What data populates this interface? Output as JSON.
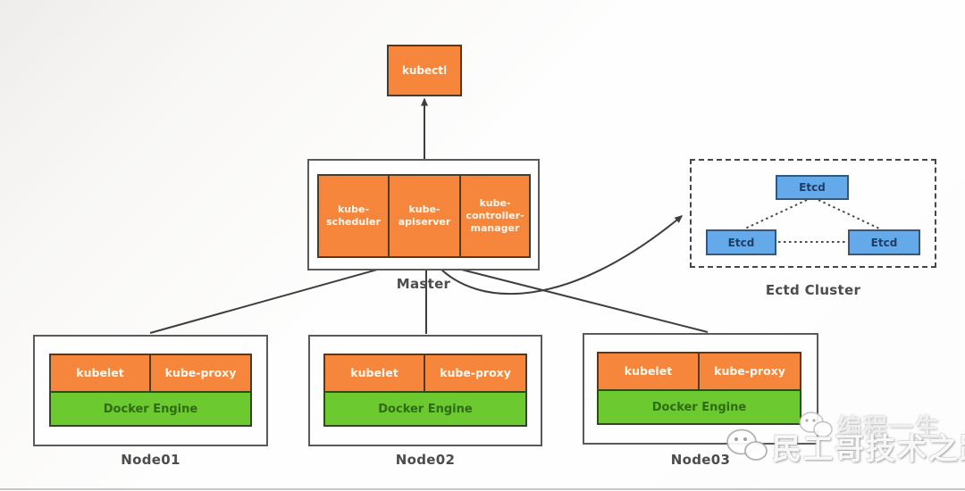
{
  "kubectl_label": "kubectl",
  "master": {
    "label": "Master",
    "scheduler": "kube-scheduler",
    "apiserver": "kube-apiserver",
    "controller": "kube-controller-manager"
  },
  "etcd_cluster": {
    "label": "Ectd Cluster",
    "top": "Etcd",
    "left": "Etcd",
    "right": "Etcd"
  },
  "nodes": [
    {
      "label": "Node01",
      "kubelet": "kubelet",
      "kube_proxy": "kube-proxy",
      "docker": "Docker Engine"
    },
    {
      "label": "Node02",
      "kubelet": "kubelet",
      "kube_proxy": "kube-proxy",
      "docker": "Docker Engine"
    },
    {
      "label": "Node03",
      "kubelet": "kubelet",
      "kube_proxy": "kube-proxy",
      "docker": "Docker Engine"
    }
  ],
  "watermark": {
    "line1": "编程一生",
    "line2": "民工哥技术之路"
  },
  "colors": {
    "component_orange": "#F5863B",
    "docker_green": "#6CC930",
    "etcd_blue": "#64A9EA",
    "line_dark": "#3e3e3e",
    "label_gray": "#4c4c4c"
  }
}
